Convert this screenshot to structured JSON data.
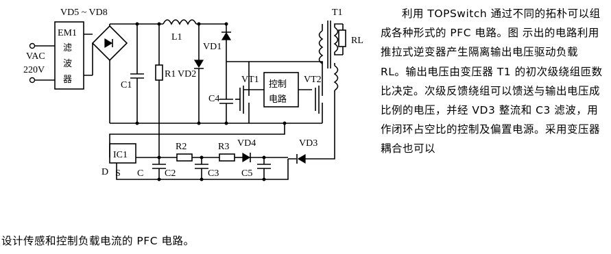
{
  "labels": {
    "bridge": "VD5 ~ VD8",
    "em_line1": "EM1",
    "em_line2": "滤",
    "em_line3": "波",
    "em_line4": "器",
    "vac": "VAC",
    "v220": "220V",
    "l1": "L1",
    "r1": "R1",
    "c1": "C1",
    "vd1": "VD1",
    "vd2": "VD2",
    "c4": "C4",
    "vt1": "VT1",
    "vt2": "VT2",
    "ctrl_line1": "控制",
    "ctrl_line2": "电路",
    "t1": "T1",
    "rl": "RL",
    "ic1": "IC1",
    "pin_d": "D",
    "pin_s": "S",
    "pin_c": "C",
    "r2": "R2",
    "r3": "R3",
    "vd4": "VD4",
    "vd3": "VD3",
    "c2": "C2",
    "c3": "C3",
    "c5": "C5"
  },
  "description": "利用 TOPSwitch 通过不同的拓朴可以组成各种形式的 PFC 电路。图    示出的电路利用推拉式逆变器产生隔离输出电压驱动负载 RL。输出电压由变压器 T1 的初次级绕组匝数比决定。次级反馈绕组可以馈送与输出电压成比例的电压，并经 VD3 整流和 C3 滤波，用作闭环占空比的控制及偏置电源。采用变压器耦合也可以",
  "description_tail": "设计传感和控制负载电流的 PFC 电路。"
}
